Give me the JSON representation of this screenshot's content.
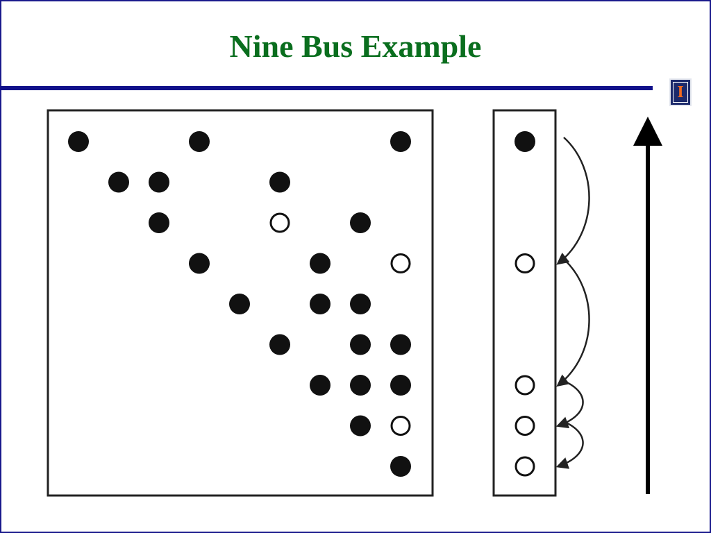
{
  "slide": {
    "title": "Nine Bus Example",
    "logo_icon": "university-i-logo-icon"
  },
  "diagram": {
    "matrix_size": 9,
    "matrix_entries": [
      [
        1,
        1,
        "filled"
      ],
      [
        1,
        4,
        "filled"
      ],
      [
        1,
        9,
        "filled"
      ],
      [
        2,
        2,
        "filled"
      ],
      [
        2,
        3,
        "filled"
      ],
      [
        2,
        6,
        "filled"
      ],
      [
        3,
        3,
        "filled"
      ],
      [
        3,
        6,
        "open"
      ],
      [
        3,
        8,
        "filled"
      ],
      [
        4,
        4,
        "filled"
      ],
      [
        4,
        7,
        "filled"
      ],
      [
        4,
        9,
        "open"
      ],
      [
        5,
        5,
        "filled"
      ],
      [
        5,
        7,
        "filled"
      ],
      [
        5,
        8,
        "filled"
      ],
      [
        6,
        6,
        "filled"
      ],
      [
        6,
        8,
        "filled"
      ],
      [
        6,
        9,
        "filled"
      ],
      [
        7,
        7,
        "filled"
      ],
      [
        7,
        8,
        "filled"
      ],
      [
        7,
        9,
        "filled"
      ],
      [
        8,
        8,
        "filled"
      ],
      [
        8,
        9,
        "open"
      ],
      [
        9,
        9,
        "filled"
      ]
    ],
    "vector_entries": [
      [
        1,
        "filled"
      ],
      [
        4,
        "open"
      ],
      [
        7,
        "open"
      ],
      [
        8,
        "open"
      ],
      [
        9,
        "open"
      ]
    ],
    "vector_arrows": [
      [
        1,
        4
      ],
      [
        4,
        7
      ],
      [
        7,
        8
      ],
      [
        8,
        9
      ]
    ],
    "side_arrow_direction": "up",
    "colors": {
      "ink": "#111111",
      "title": "#0a6e1e",
      "rule": "#10108a"
    }
  }
}
